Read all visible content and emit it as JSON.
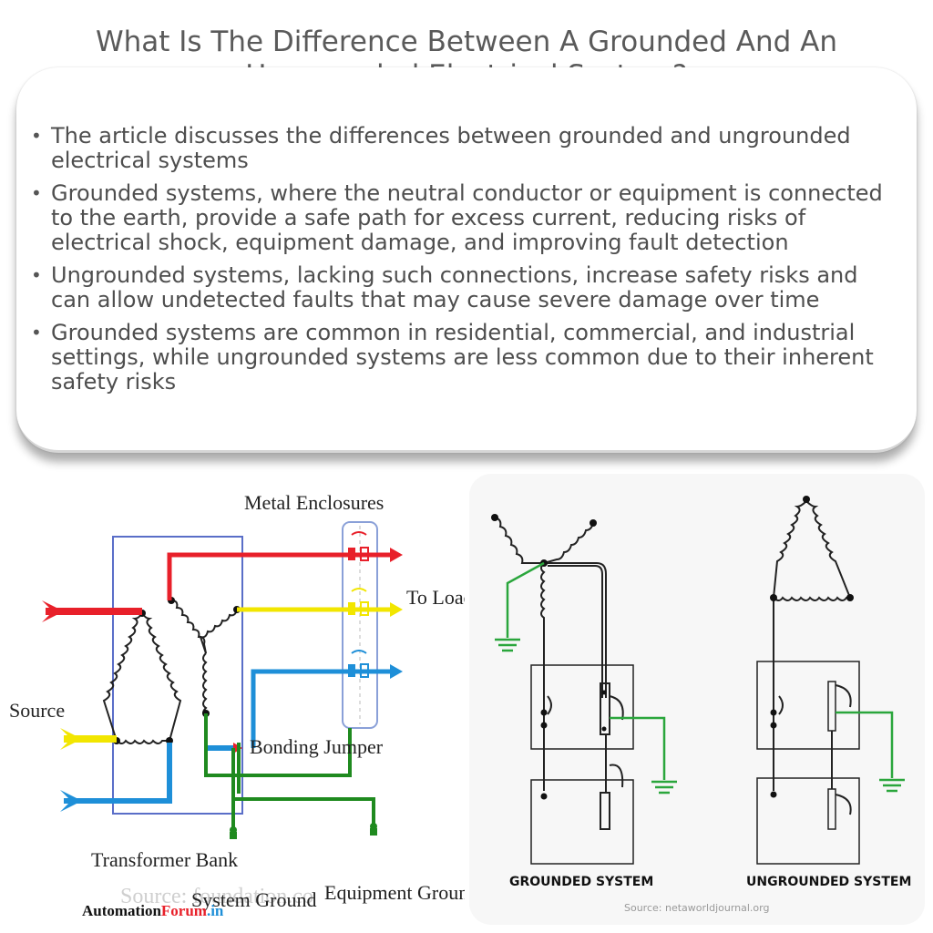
{
  "title": "What Is The Difference Between A Grounded And An Ungrounded Electrical System?",
  "bullets": [
    "The article discusses the differences between grounded and ungrounded electrical systems",
    "Grounded systems, where the neutral conductor or equipment is connected to the earth, provide a safe path for excess current, reducing risks of electrical shock, equipment damage, and improving fault detection",
    "Ungrounded systems, lacking such connections, increase safety risks and can allow undetected faults that may cause severe damage over time",
    "Grounded systems are common in residential, commercial, and industrial settings, while ungrounded systems are less common due to their inherent safety risks"
  ],
  "left_diagram": {
    "metal_enclosures": "Metal Enclosures",
    "to_load": "To Load",
    "source": "Source",
    "bonding_jumper": "Bonding Jumper",
    "transformer_bank": "Transformer Bank",
    "system_ground": "System Ground",
    "equipment_ground": "Equipment Ground",
    "watermark": "Source: foundation.co",
    "brand_part1": "Automation",
    "brand_part2": "Forum",
    "brand_part3": ".in"
  },
  "right_diagram": {
    "grounded_label": "GROUNDED SYSTEM",
    "ungrounded_label": "UNGROUNDED SYSTEM",
    "source": "Source: netaworldjournal.org"
  },
  "colors": {
    "red": "#e8202a",
    "yellow": "#f2e600",
    "blue": "#1e8fd8",
    "green": "#1f8a1f",
    "ground_green": "#2aa63c",
    "box_blue": "#5a6ec8"
  }
}
